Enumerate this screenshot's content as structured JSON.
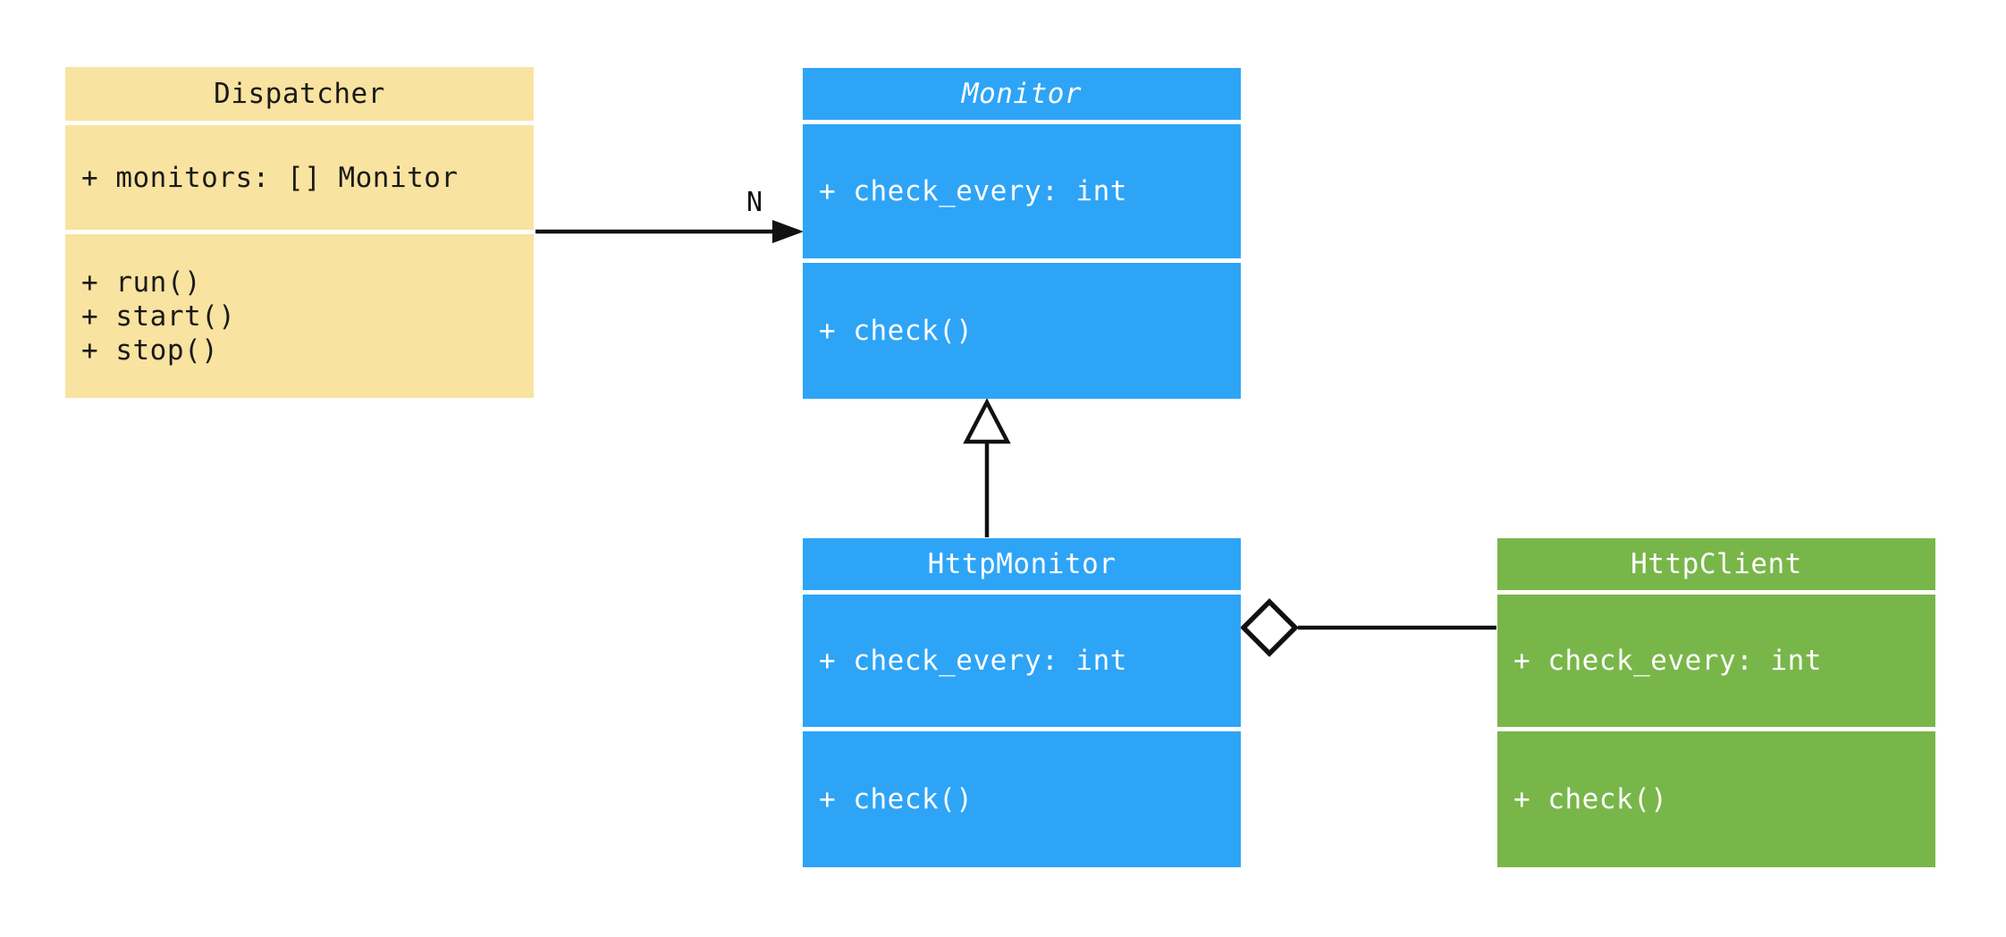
{
  "diagram": {
    "type": "uml-class-diagram",
    "background": "#ffffff",
    "connector_color": "#111111",
    "classes": [
      {
        "name": "Dispatcher",
        "abstract": false,
        "fill": "#F9E3A0",
        "text_color": "#1a1a1a",
        "attributes": [
          "+ monitors: [] Monitor"
        ],
        "methods": [
          "+ run()",
          "+ start()",
          "+ stop()"
        ]
      },
      {
        "name": "Monitor",
        "abstract": true,
        "fill": "#2EA4F7",
        "text_color": "#ffffff",
        "attributes": [
          "+ check_every: int"
        ],
        "methods": [
          "+ check()"
        ]
      },
      {
        "name": "HttpMonitor",
        "abstract": false,
        "fill": "#2EA4F7",
        "text_color": "#ffffff",
        "attributes": [
          "+ check_every: int"
        ],
        "methods": [
          "+ check()"
        ]
      },
      {
        "name": "HttpClient",
        "abstract": false,
        "fill": "#79B64A",
        "text_color": "#ffffff",
        "attributes": [
          "+ check_every: int"
        ],
        "methods": [
          "+ check()"
        ]
      }
    ],
    "relations": [
      {
        "from": "Dispatcher",
        "to": "Monitor",
        "type": "association",
        "arrow": "filled-arrow",
        "label": "N"
      },
      {
        "from": "HttpMonitor",
        "to": "Monitor",
        "type": "inheritance",
        "arrow": "hollow-triangle",
        "label": ""
      },
      {
        "from": "HttpMonitor",
        "to": "HttpClient",
        "type": "aggregation",
        "arrow": "hollow-diamond",
        "label": ""
      }
    ]
  }
}
